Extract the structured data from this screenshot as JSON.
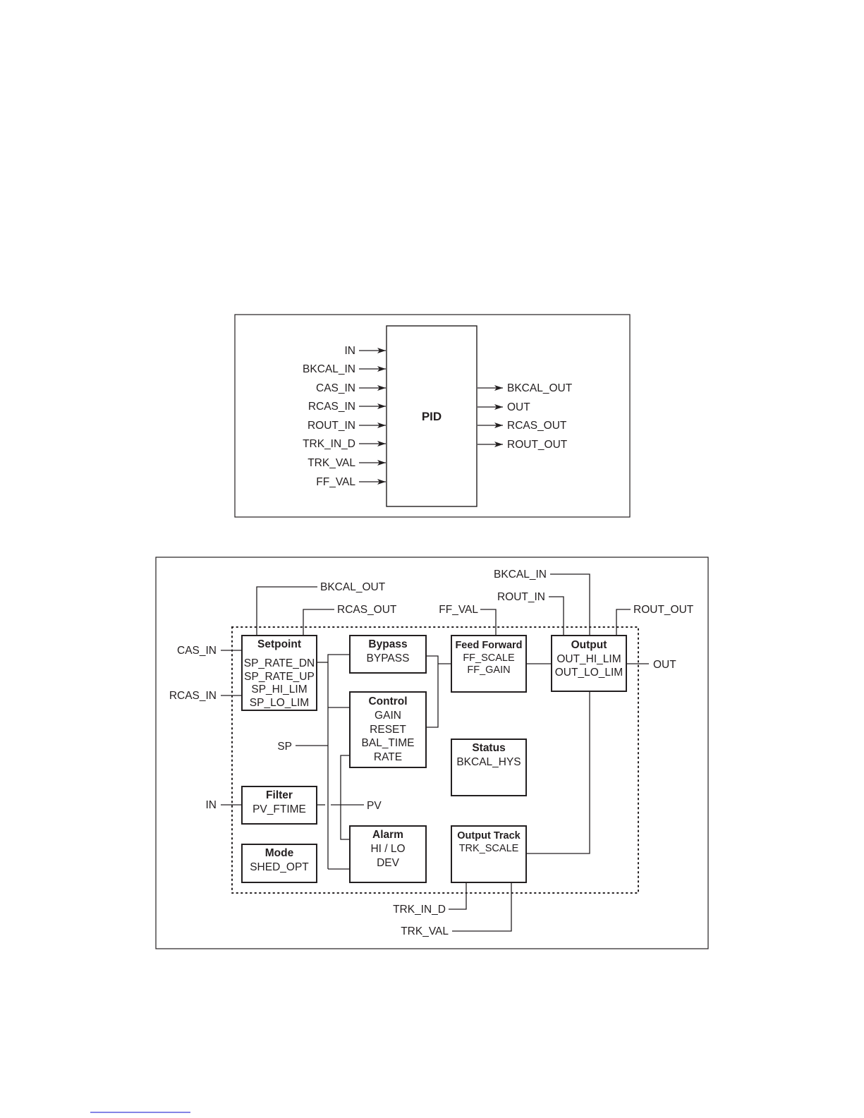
{
  "pid_block": {
    "block_label": "PID",
    "inputs": [
      "IN",
      "BKCAL_IN",
      "CAS_IN",
      "RCAS_IN",
      "ROUT_IN",
      "TRK_IN_D",
      "TRK_VAL",
      "FF_VAL"
    ],
    "outputs": [
      "BKCAL_OUT",
      "OUT",
      "RCAS_OUT",
      "ROUT_OUT"
    ]
  },
  "schematic": {
    "modules": [
      {
        "id": "setpoint",
        "title": "Setpoint",
        "params": [
          "SP_RATE_DN",
          "SP_RATE_UP",
          "SP_HI_LIM",
          "SP_LO_LIM"
        ]
      },
      {
        "id": "bypass",
        "title": "Bypass",
        "params": [
          "BYPASS"
        ]
      },
      {
        "id": "control",
        "title": "Control",
        "params": [
          "GAIN",
          "RESET",
          "BAL_TIME",
          "RATE"
        ]
      },
      {
        "id": "feed-forward",
        "title": "Feed Forward",
        "params": [
          "FF_SCALE",
          "FF_GAIN"
        ]
      },
      {
        "id": "output",
        "title": "Output",
        "params": [
          "OUT_HI_LIM",
          "OUT_LO_LIM"
        ]
      },
      {
        "id": "status",
        "title": "Status",
        "params": [
          "BKCAL_HYS"
        ]
      },
      {
        "id": "filter",
        "title": "Filter",
        "params": [
          "PV_FTIME"
        ]
      },
      {
        "id": "alarm",
        "title": "Alarm",
        "params": [
          "HI / LO",
          "DEV"
        ]
      },
      {
        "id": "output-track",
        "title": "Output Track",
        "params": [
          "TRK_SCALE"
        ]
      },
      {
        "id": "mode",
        "title": "Mode",
        "params": [
          "SHED_OPT"
        ]
      }
    ],
    "signals": {
      "bkcal_out": "BKCAL_OUT",
      "rcas_out": "RCAS_OUT",
      "ff_val": "FF_VAL",
      "bkcal_in": "BKCAL_IN",
      "rout_in": "ROUT_IN",
      "rout_out": "ROUT_OUT",
      "cas_in": "CAS_IN",
      "rcas_in": "RCAS_IN",
      "out": "OUT",
      "sp": "SP",
      "in": "IN",
      "pv": "PV",
      "trk_in_d": "TRK_IN_D",
      "trk_val": "TRK_VAL"
    }
  }
}
